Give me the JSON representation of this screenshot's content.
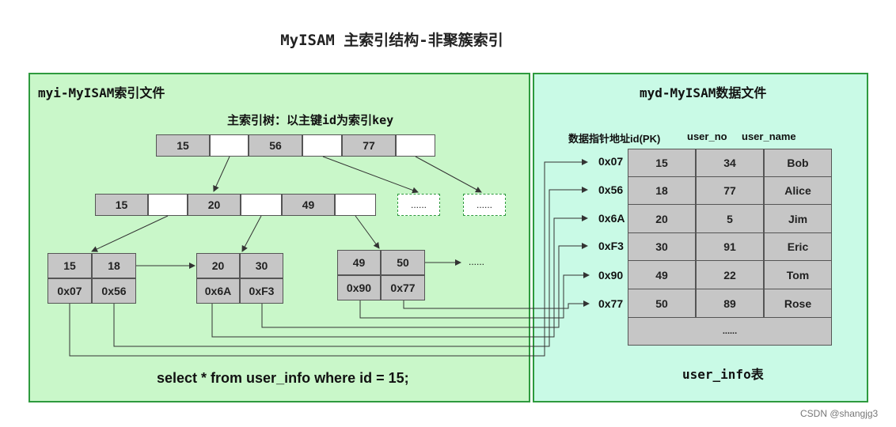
{
  "title": "MyISAM 主索引结构-非聚簇索引",
  "left_panel": {
    "title": "myi-MyISAM索引文件",
    "tree_caption": "主索引树：以主键id为索引key",
    "root_keys": [
      "15",
      "56",
      "77"
    ],
    "level2_keys": [
      "15",
      "20",
      "49"
    ],
    "placeholder": "......",
    "leaves": [
      {
        "keys": [
          "15",
          "18"
        ],
        "pointers": [
          "0x07",
          "0x56"
        ]
      },
      {
        "keys": [
          "20",
          "30"
        ],
        "pointers": [
          "0x6A",
          "0xF3"
        ]
      },
      {
        "keys": [
          "49",
          "50"
        ],
        "pointers": [
          "0x90",
          "0x77"
        ]
      }
    ],
    "leaf_more": "......",
    "query": "select  * from user_info  where id = 15;"
  },
  "right_panel": {
    "title": "myd-MyISAM数据文件",
    "header_pointer": "数据指针地址",
    "columns": [
      "id(PK)",
      "user_no",
      "user_name"
    ],
    "rows": [
      {
        "addr": "0x07",
        "id": "15",
        "user_no": "34",
        "user_name": "Bob"
      },
      {
        "addr": "0x56",
        "id": "18",
        "user_no": "77",
        "user_name": "Alice"
      },
      {
        "addr": "0x6A",
        "id": "20",
        "user_no": "5",
        "user_name": "Jim"
      },
      {
        "addr": "0xF3",
        "id": "30",
        "user_no": "91",
        "user_name": "Eric"
      },
      {
        "addr": "0x90",
        "id": "49",
        "user_no": "22",
        "user_name": "Tom"
      },
      {
        "addr": "0x77",
        "id": "50",
        "user_no": "89",
        "user_name": "Rose"
      }
    ],
    "more": "......",
    "table_caption": "user_info表"
  },
  "watermark": "CSDN @shangjg3",
  "colors": {
    "panel_left": "#c9f7c9",
    "panel_right": "#c9fae6",
    "border": "#2e9a3e",
    "cell": "#c6c6c6"
  }
}
